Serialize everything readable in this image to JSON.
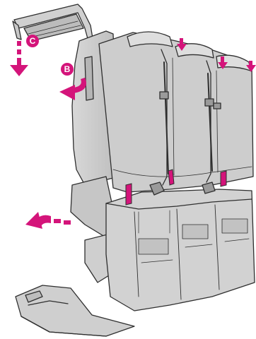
{
  "diagram": {
    "labels": {
      "b": "B",
      "c": "C"
    },
    "colors": {
      "background": "#ffffff",
      "seat_fill": "#cfcfcf",
      "seat_shade": "#b9b9b9",
      "seat_light": "#e2e2e2",
      "outline": "#2f2f2f",
      "accent": "#d4147a"
    },
    "icons": [
      "seat-assembly-illustration",
      "arrow-down-icon",
      "arrow-left-curved-icon",
      "arrow-left-dashed-icon",
      "arrow-down-short-icon",
      "latch-handle-icon"
    ]
  }
}
